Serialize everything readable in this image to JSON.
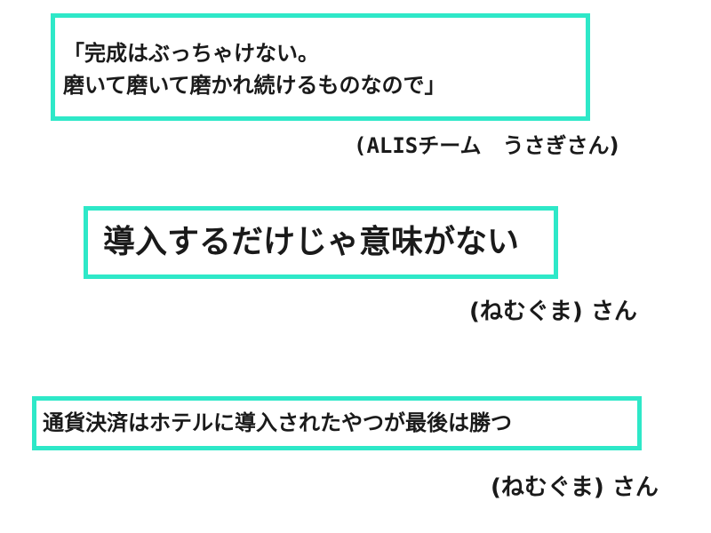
{
  "quotes": [
    {
      "lines": [
        "「完成はぶっちゃけない。",
        "磨いて磨いて磨かれ続けるものなので」"
      ],
      "attribution_open": "(",
      "attribution_team": "ALIS",
      "attribution_rest": "チーム　うさぎさん)"
    },
    {
      "lines": [
        "導入するだけじゃ意味がない"
      ],
      "attribution": "(ねむぐま) さん"
    },
    {
      "lines": [
        "通貨決済はホテルに導入されたやつが最後は勝つ"
      ],
      "attribution": "(ねむぐま) さん"
    }
  ],
  "colors": {
    "box_border": "#2ee8c8",
    "text": "#1a1a1a",
    "background": "#ffffff"
  }
}
